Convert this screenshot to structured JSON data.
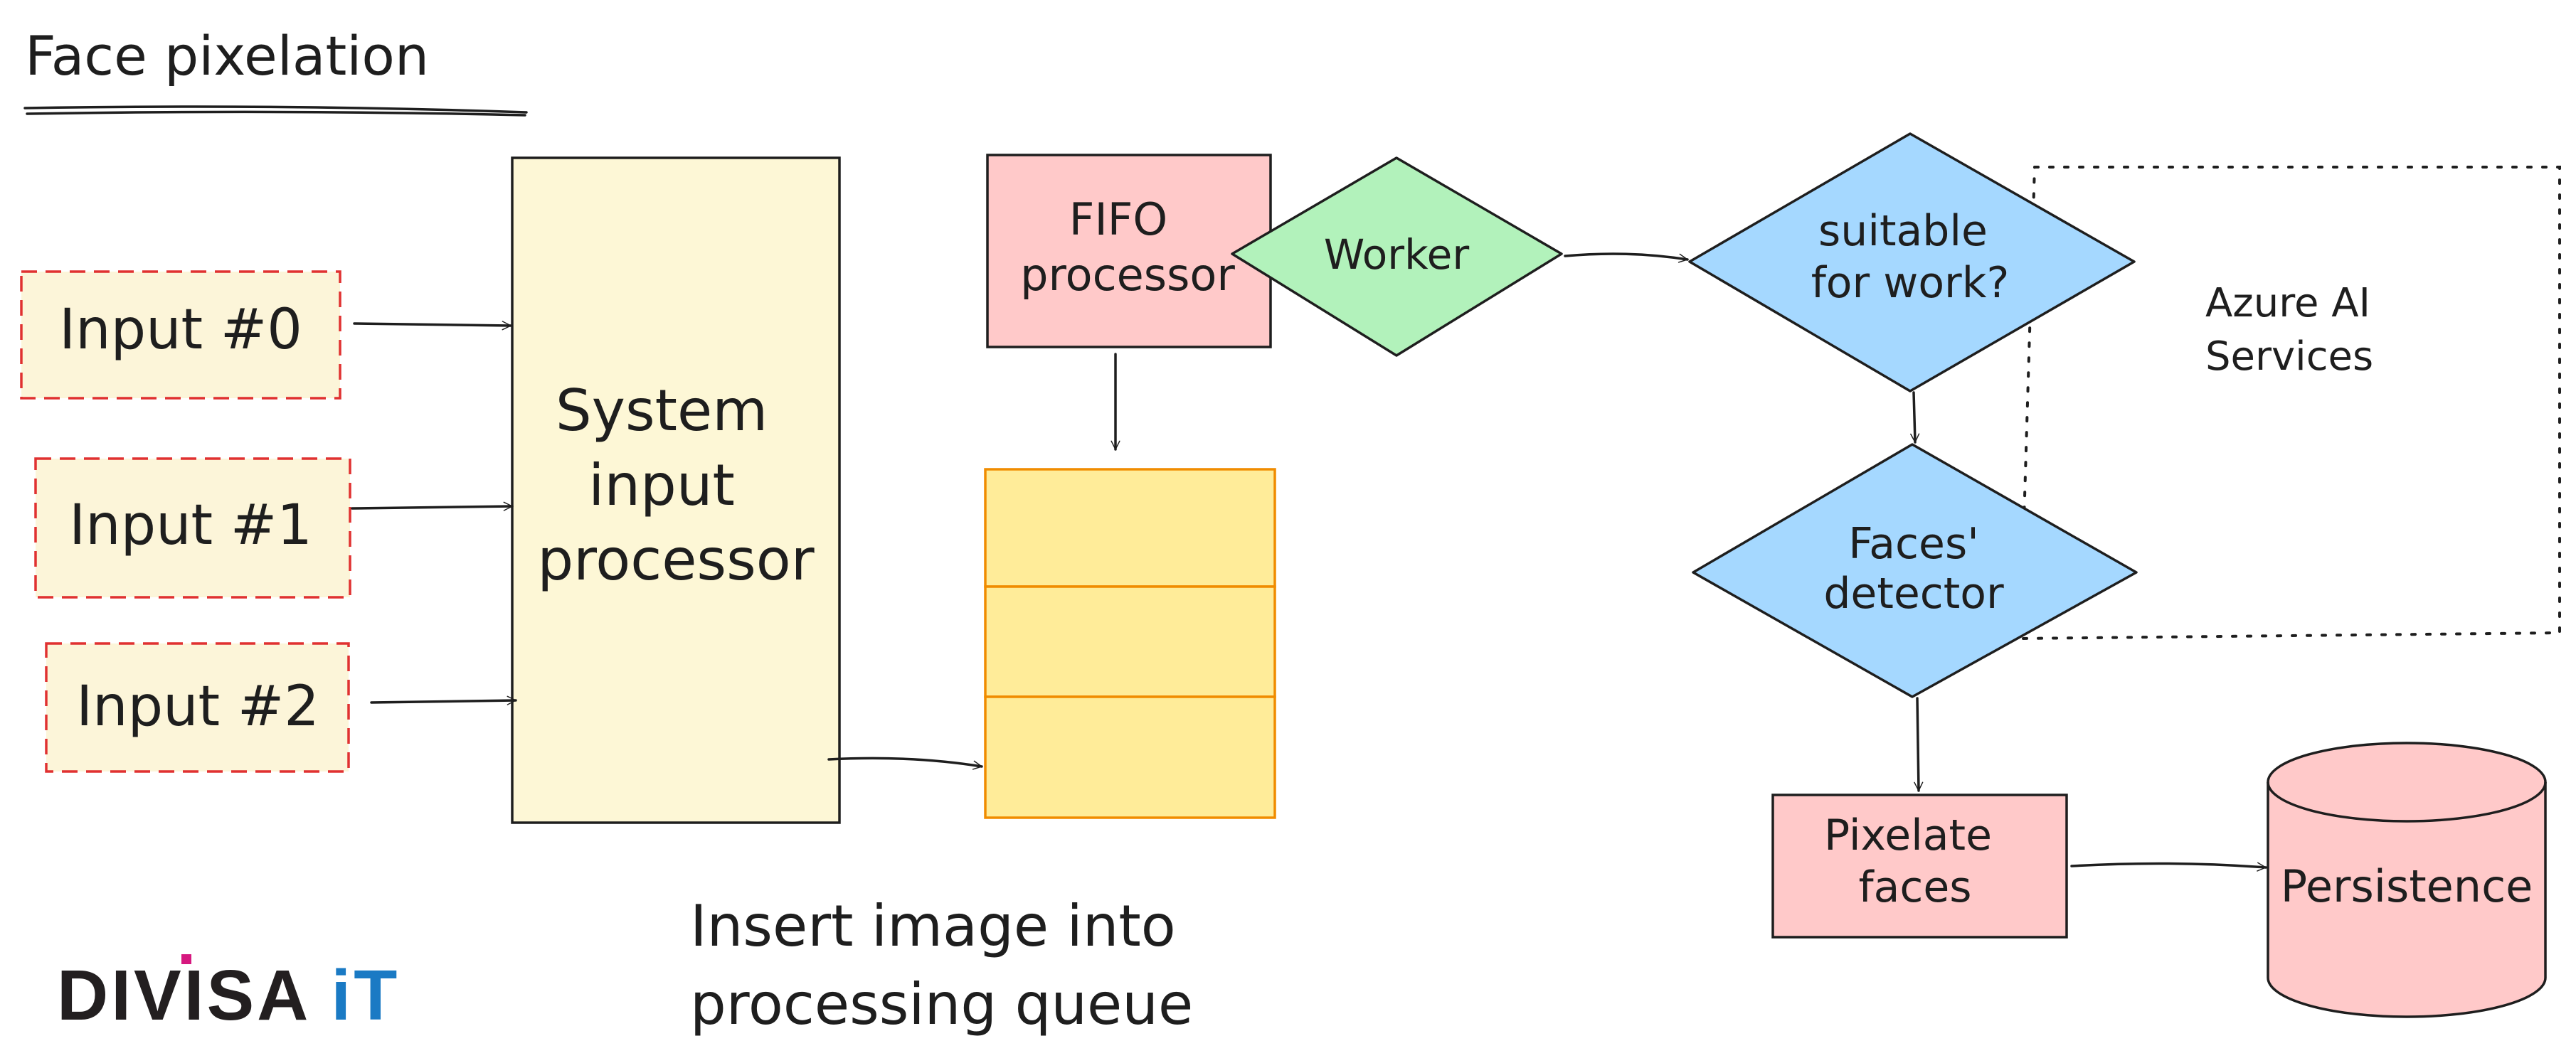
{
  "title": "Face pixelation",
  "inputs": [
    {
      "label": "Input #0"
    },
    {
      "label": "Input #1"
    },
    {
      "label": "Input #2"
    }
  ],
  "system_processor": {
    "lines": [
      "System",
      "input",
      "processor"
    ]
  },
  "fifo": {
    "lines": [
      "FIFO",
      "processor"
    ]
  },
  "worker": {
    "label": "Worker"
  },
  "queue_caption": {
    "lines": [
      "Insert image into",
      "processing queue"
    ]
  },
  "suitable": {
    "lines": [
      "suitable",
      "for work?"
    ]
  },
  "azure": {
    "lines": [
      "Azure AI",
      "Services"
    ]
  },
  "detector": {
    "lines": [
      "Faces'",
      "detector"
    ]
  },
  "pixelate": {
    "lines": [
      "Pixelate",
      "faces"
    ]
  },
  "persistence": {
    "label": "Persistence"
  },
  "logo": {
    "part_a": "DIVISA",
    "part_b": "iT"
  },
  "colors": {
    "input_fill": "#fcf5d9",
    "input_border": "#e03131",
    "processor_fill": "#fdf7d6",
    "fifo_fill": "#ffc9c9",
    "worker_fill": "#b2f2bb",
    "queue_fill": "#ffec99",
    "queue_border": "#f08c00",
    "decision_fill": "#a5d8ff",
    "pixelate_fill": "#ffc9c9",
    "persistence_fill": "#ffc9c9",
    "logo_dark": "#231f20",
    "logo_blue": "#1a7ac4",
    "logo_accent": "#d6187f"
  }
}
